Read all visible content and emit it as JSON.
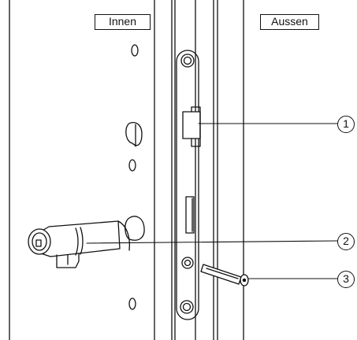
{
  "labels": {
    "inside": "Innen",
    "outside": "Aussen"
  },
  "callouts": [
    {
      "number": "1"
    },
    {
      "number": "2"
    },
    {
      "number": "3"
    }
  ]
}
